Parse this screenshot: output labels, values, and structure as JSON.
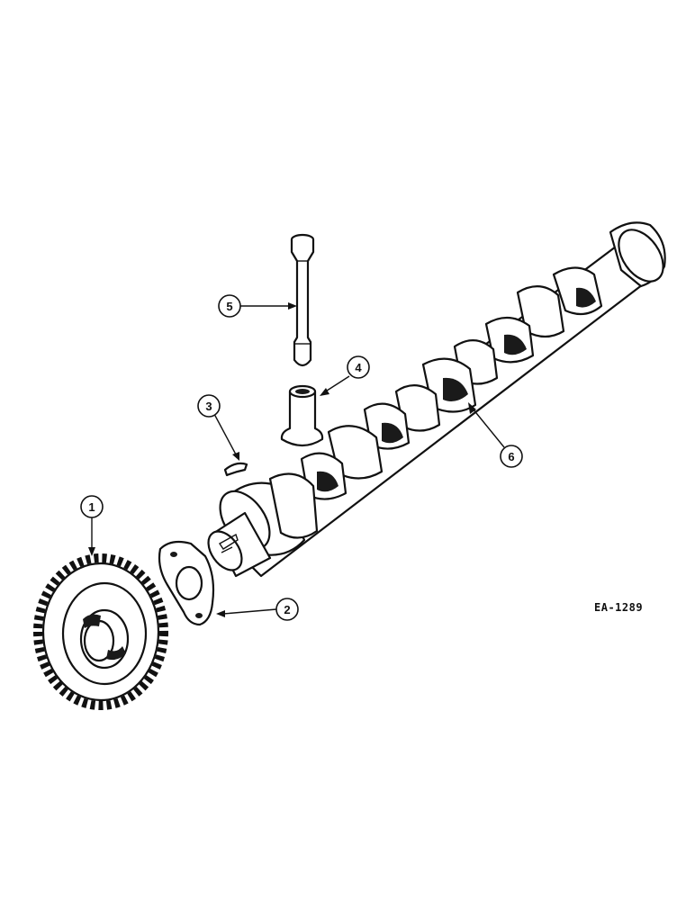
{
  "callouts": [
    {
      "id": "1",
      "label": "1",
      "part": "camshaft-gear"
    },
    {
      "id": "2",
      "label": "2",
      "part": "thrust-plate"
    },
    {
      "id": "3",
      "label": "3",
      "part": "woodruff-key"
    },
    {
      "id": "4",
      "label": "4",
      "part": "tappet"
    },
    {
      "id": "5",
      "label": "5",
      "part": "push-rod"
    },
    {
      "id": "6",
      "label": "6",
      "part": "camshaft"
    }
  ],
  "drawing_id": "EA-1289"
}
